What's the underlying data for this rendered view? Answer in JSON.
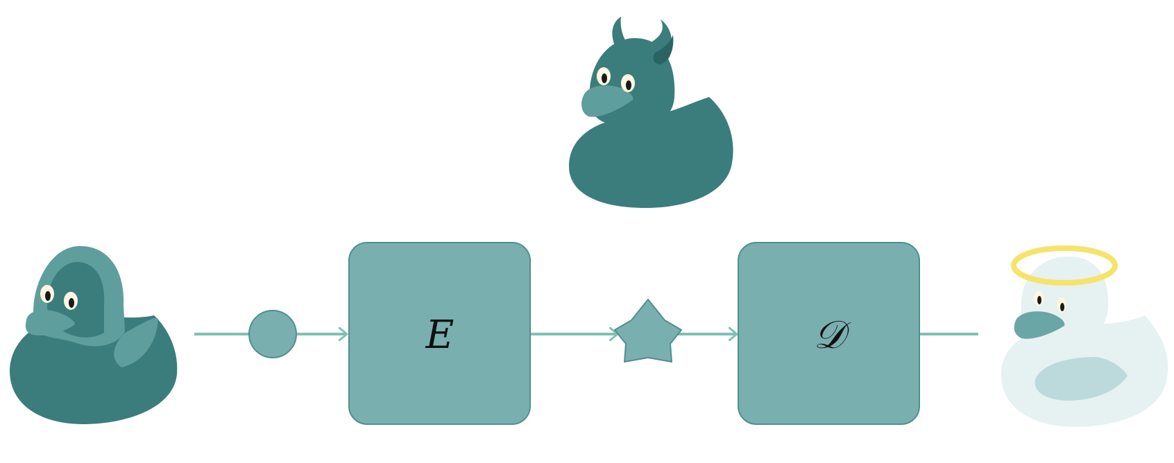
{
  "diagram": {
    "encoder_label": "E",
    "decoder_label": "𝒟",
    "nodes": [
      {
        "id": "sender-duck",
        "icon": "hooded-duck-icon"
      },
      {
        "id": "input-circle",
        "icon": "circle-icon"
      },
      {
        "id": "encoder",
        "icon": "rounded-box"
      },
      {
        "id": "star",
        "icon": "star-icon"
      },
      {
        "id": "decoder",
        "icon": "rounded-box"
      },
      {
        "id": "receiver-duck",
        "icon": "angel-duck-icon"
      },
      {
        "id": "devil-duck",
        "icon": "devil-duck-icon"
      }
    ]
  },
  "colors": {
    "duck_dark": "#3a7d7c",
    "duck_mid": "#5e9e9d",
    "box_fill": "#7aafb0",
    "box_stroke": "#4f8f8e",
    "arrow": "#7fc1b4",
    "angel_body": "#e6f1f1",
    "angel_wing": "#bcdadb",
    "halo": "#f6e36a",
    "eye_white": "#fdf7e1"
  }
}
